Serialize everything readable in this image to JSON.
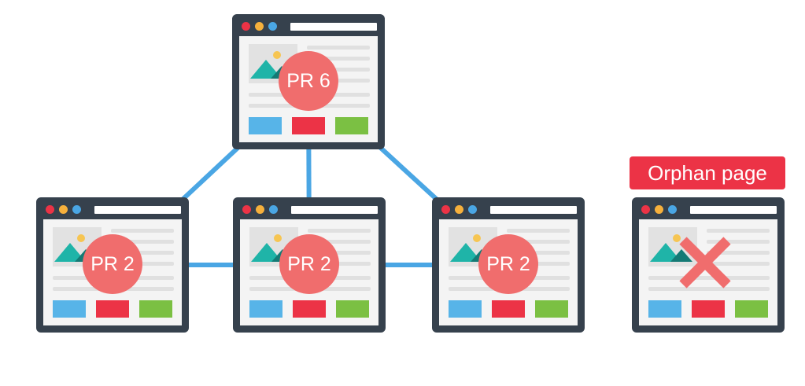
{
  "nodes": [
    {
      "id": "top",
      "badge": "PR 6",
      "type": "page"
    },
    {
      "id": "left",
      "badge": "PR 2",
      "type": "page"
    },
    {
      "id": "middle",
      "badge": "PR 2",
      "type": "page"
    },
    {
      "id": "right",
      "badge": "PR 2",
      "type": "page"
    },
    {
      "id": "orphan",
      "badge": "",
      "type": "orphan"
    }
  ],
  "orphan_label": "Orphan page",
  "links": [
    [
      "top",
      "left"
    ],
    [
      "top",
      "middle"
    ],
    [
      "top",
      "right"
    ],
    [
      "left",
      "middle"
    ],
    [
      "middle",
      "right"
    ]
  ],
  "colors": {
    "frame": "#36414d",
    "viewport": "#f4f4f4",
    "link": "#4aa6e4",
    "badge": "#f06d6d",
    "label": "#ec3346",
    "dot_red": "#ec3346",
    "dot_yellow": "#f6b03c",
    "dot_blue": "#4aa6e4",
    "btn_blue": "#57b4e8",
    "btn_red": "#ec3346",
    "btn_green": "#7bc043",
    "mountain_teal": "#1fb4a8",
    "mountain_dark": "#157a75",
    "sun": "#f6c552",
    "cross": "#f06d6d"
  },
  "icons": {
    "window_controls": [
      "close-dot-icon",
      "minimize-dot-icon",
      "maximize-dot-icon"
    ],
    "image_placeholder": "mountain-image-icon",
    "orphan_mark": "cross-icon"
  }
}
